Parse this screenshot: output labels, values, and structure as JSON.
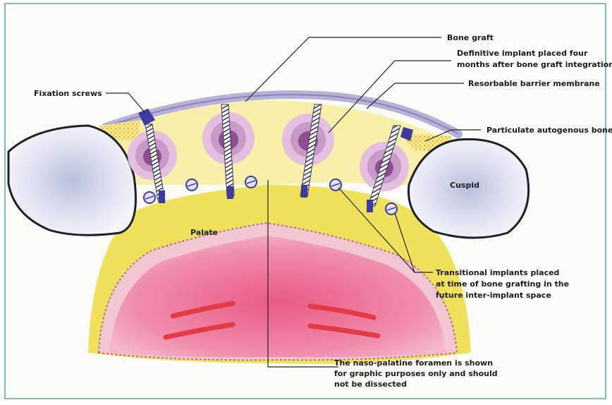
{
  "labels": {
    "bone_graft": "Bone graft",
    "definitive_implant": [
      "Definitive implant placed four",
      "months after bone graft integration"
    ],
    "fixation_screws": "Fixation screws",
    "resorbable_membrane": "Resorbable barrier membrane",
    "particulate_bone": "Particulate autogenous bone",
    "cuspid": "Cuspid",
    "palate": "Palate",
    "transitional_implants": [
      "Transitional implants placed",
      "at time of bone grafting in the",
      "future inter-implant space"
    ],
    "naso_palatine": [
      "The naso-palatine foramen is shown",
      "for graphic purposes only and should",
      "not be dissected"
    ]
  },
  "colors": {
    "frame": "#7fbcb4",
    "bone_graft": "#f7efaa",
    "palate": "#efe15c",
    "membrane": "#b8b0d6",
    "cuspid_fill": "#dde2ef",
    "implant_ring": "#c79ac8",
    "implant_core": "#8e4e8f",
    "mucosa": "#d98aa7",
    "rugae": "#e23b45",
    "screw_head": "#3f3aa0"
  }
}
